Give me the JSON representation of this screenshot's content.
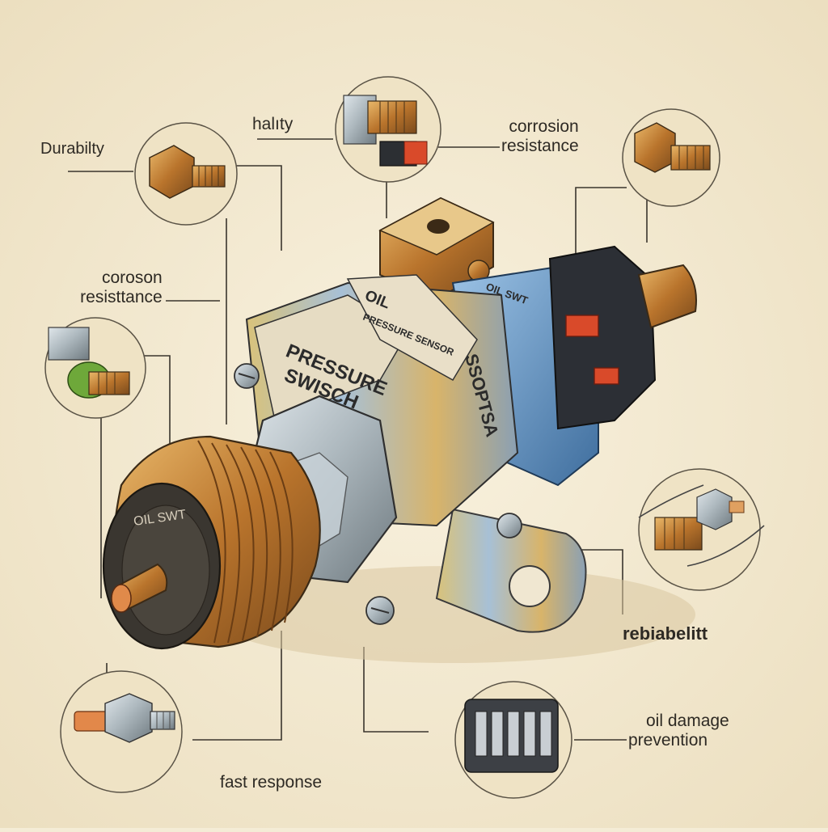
{
  "labels": {
    "durability": "Durabilty",
    "hality": "halıty",
    "corrosion_top_right": [
      "corrosion",
      "resistance"
    ],
    "corrosion_left": [
      "coroson",
      "resisttance"
    ],
    "rebiabelitt": "rebiabelitt",
    "oil_damage": [
      "oil damage",
      "prevention"
    ],
    "fast_response": "fast response"
  },
  "part_markings": {
    "band1_line1": "PRESSURE",
    "band1_line2": "SWISCH",
    "band2_line1": "OIL",
    "band2_line2": "PRESSURE SENSOR",
    "band3": "SSOPTSA",
    "band4": "OIL SWT",
    "face_text": "OIL SWT"
  },
  "colors": {
    "paper": "#f4ecd6",
    "ink": "#2e2a24",
    "brass": "#c98a3a",
    "steel": "#9aa6b0",
    "blue_band": "#5f8fc4",
    "green_ring": "#6ea83a"
  }
}
